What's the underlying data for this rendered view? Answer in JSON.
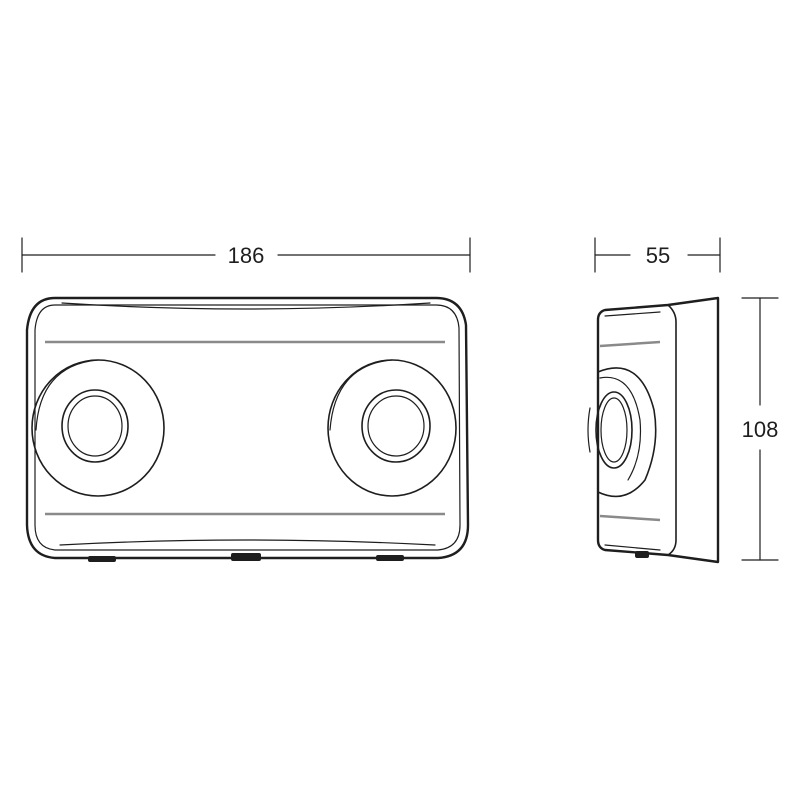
{
  "dimensions": {
    "width": "186",
    "depth": "55",
    "height": "108"
  },
  "colors": {
    "line": "#1e1e1e",
    "groove": "#8a8a8a",
    "background": "#ffffff"
  }
}
